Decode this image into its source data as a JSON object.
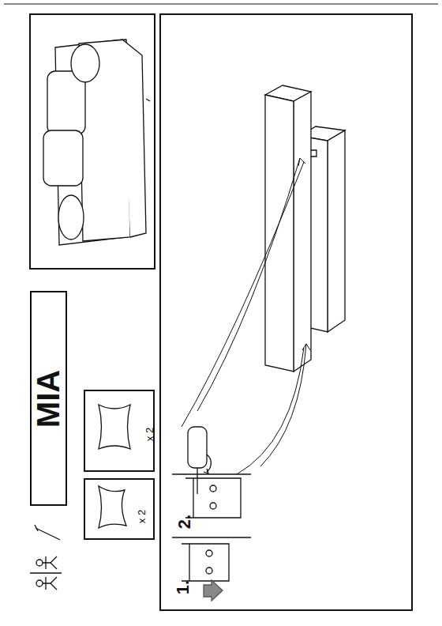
{
  "diagram": {
    "nodes": [
      {
        "text": [
          "MIA"
        ]
      },
      {
        "text": [
          "x 2"
        ]
      },
      {
        "text": [
          "x 2"
        ]
      }
    ],
    "labels": [
      "1.",
      "2."
    ]
  }
}
